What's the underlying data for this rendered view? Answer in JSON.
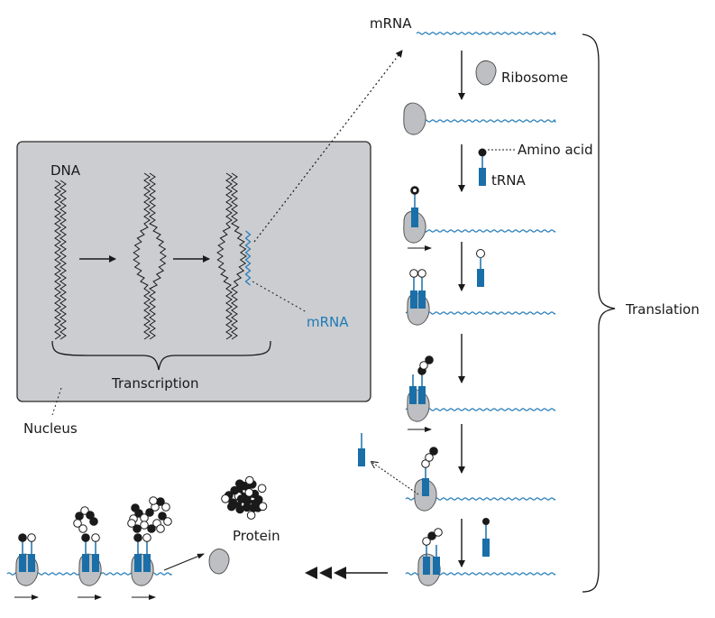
{
  "labels": {
    "dna": "DNA",
    "mrna_nucleus": "mRNA",
    "transcription": "Transcription",
    "nucleus": "Nucleus",
    "mrna_top": "mRNA",
    "ribosome": "Ribosome",
    "amino_acid": "Amino acid",
    "trna": "tRNA",
    "translation": "Translation",
    "protein": "Protein"
  },
  "colors": {
    "mrna": "#1f7ab7",
    "trna": "#1a6fa8",
    "nucleus_fill": "#cbcdd0",
    "ribosome": "#bdbfc2",
    "ink": "#1a1a1a"
  }
}
